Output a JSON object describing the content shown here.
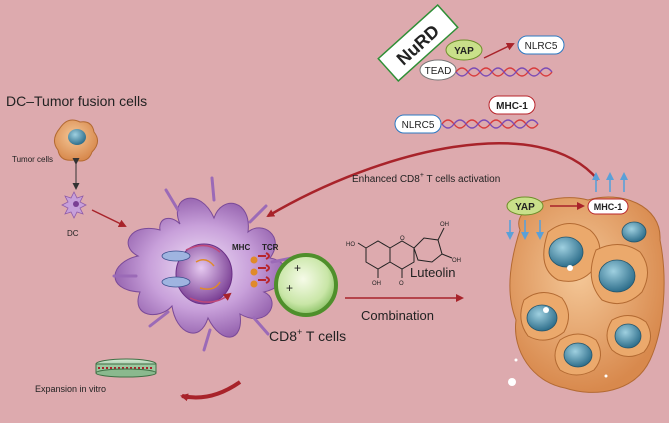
{
  "labels": {
    "fusion_title": "DC–Tumor fusion cells",
    "tumor_cells": "Tumor cells",
    "dc": "DC",
    "mhc": "MHC",
    "tcr": "TCR",
    "cd8_prefix": "CD8",
    "cd8_sup": "+",
    "cd8_suffix": " T cells",
    "activation_prefix": "Enhanced CD8",
    "activation_sup": "+",
    "activation_suffix": " T cells activation",
    "luteolin": "Luteolin",
    "combination": "Combination",
    "expansion": "Expansion in vitro",
    "nurd": "NuRD",
    "yap_top": "YAP",
    "tead": "TEAD",
    "nlrc5_top": "NLRC5",
    "mhc1_top": "MHC-1",
    "nlrc5_mid": "NLRC5",
    "yap_tumor": "YAP",
    "mhc1_tumor": "MHC-1",
    "oh1": "HO",
    "oh2": "OH",
    "oh3": "OH",
    "oh4": "OH",
    "o_ring": "O",
    "o_keto": "O",
    "plus1": "+",
    "plus2": "+"
  },
  "colors": {
    "background": "#ddaaae",
    "nurd_green": "#2f8f36",
    "yap_fill": "#c9e08a",
    "nlrc5_blue": "#2b78c2",
    "mhc1_red": "#b8242b",
    "arrow_red": "#a8232a",
    "tcell_green": "#5ba33a",
    "dc_purple": "#b07cc7",
    "tumor_orange": "#e4a46c",
    "nucleus_teal": "#4d8fa8"
  }
}
